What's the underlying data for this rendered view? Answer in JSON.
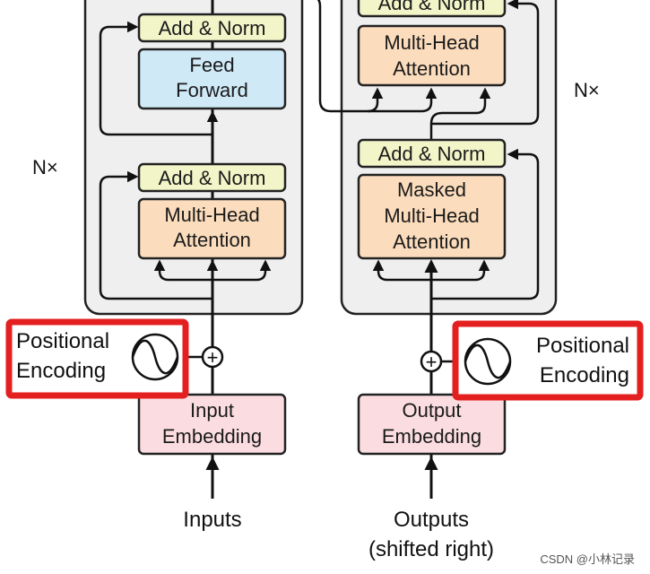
{
  "colors": {
    "add_norm": "#f2f5c8",
    "feed_forward": "#cfe9f7",
    "attention": "#fbdcbc",
    "embedding": "#fbdde1",
    "stack_bg": "#efefef",
    "highlight": "#e41f1f"
  },
  "encoder": {
    "repeat_label": "N×",
    "add_norm_top": "Add & Norm",
    "feed_forward_line1": "Feed",
    "feed_forward_line2": "Forward",
    "add_norm_bottom": "Add & Norm",
    "attention_line1": "Multi-Head",
    "attention_line2": "Attention",
    "embedding_line1": "Input",
    "embedding_line2": "Embedding",
    "input_label": "Inputs"
  },
  "decoder": {
    "repeat_label": "N×",
    "add_norm_top": "Add & Norm",
    "attention_line1": "Multi-Head",
    "attention_line2": "Attention",
    "add_norm_bottom": "Add & Norm",
    "masked_line1": "Masked",
    "masked_line2": "Multi-Head",
    "masked_line3": "Attention",
    "embedding_line1": "Output",
    "embedding_line2": "Embedding",
    "output_label_line1": "Outputs",
    "output_label_line2": "(shifted right)"
  },
  "positional_encoding": {
    "left_line1": "Positional",
    "left_line2": "Encoding",
    "right_line1": "Positional",
    "right_line2": "Encoding",
    "sum_symbol": "+"
  },
  "watermark": "CSDN @小林记录"
}
